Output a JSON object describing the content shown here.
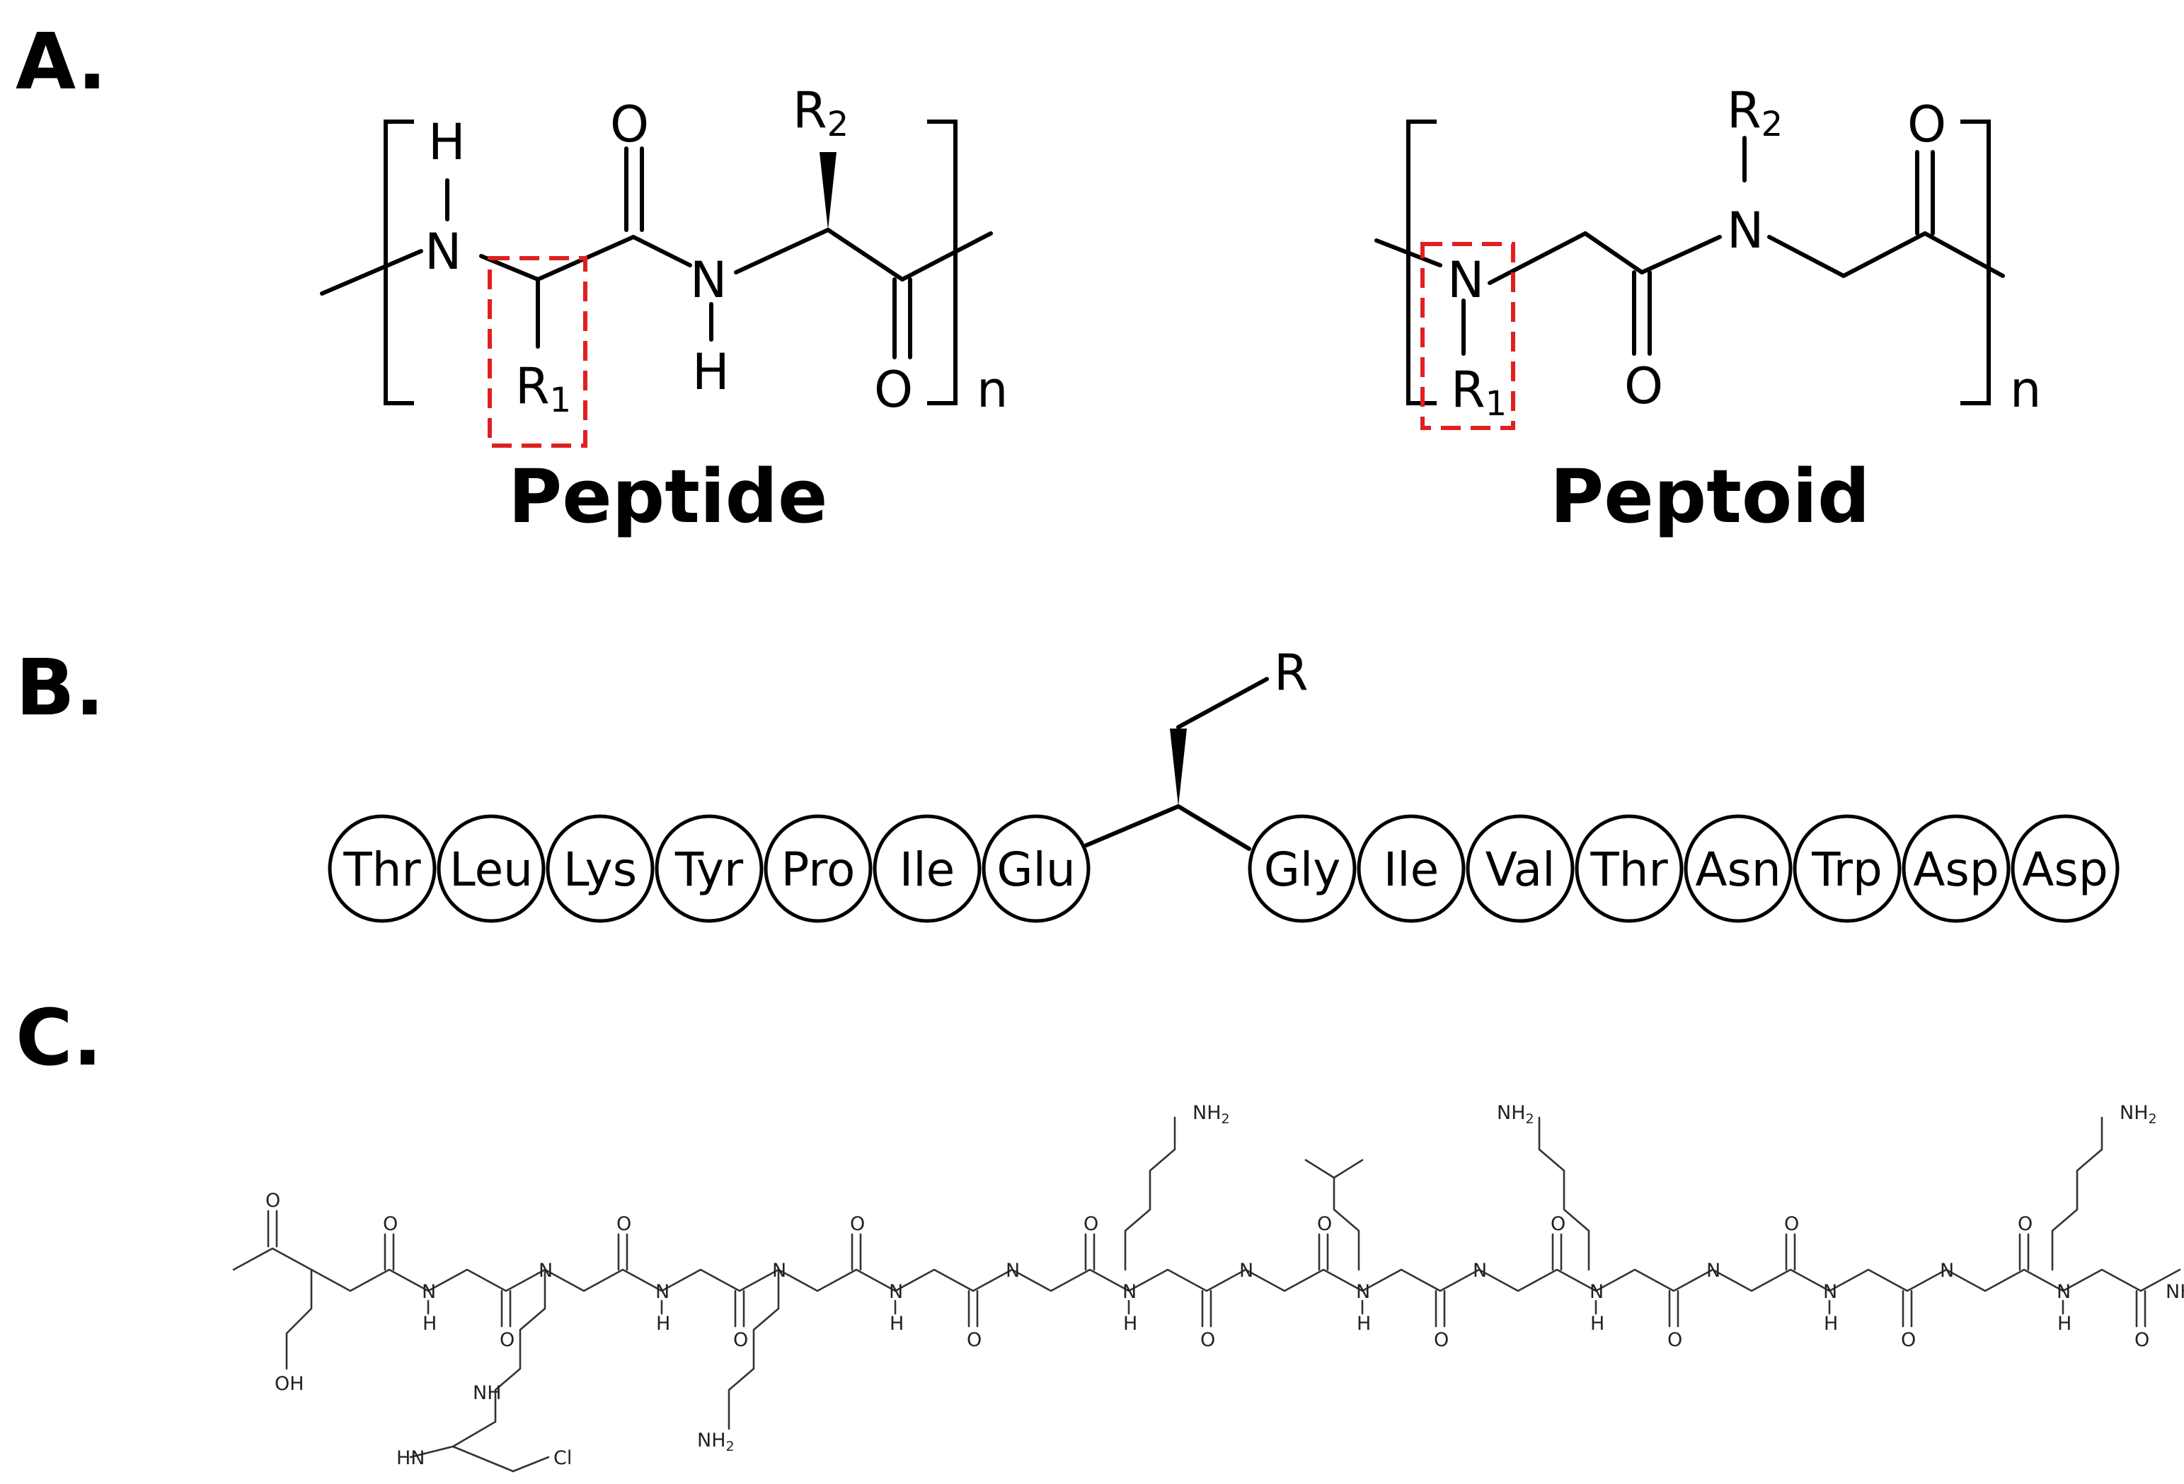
{
  "panels": {
    "a": {
      "label": "A."
    },
    "b": {
      "label": "B."
    },
    "c": {
      "label": "C."
    }
  },
  "peptide": {
    "title": "Peptide",
    "atoms": {
      "H": "H",
      "N": "N",
      "O": "O",
      "R": "R",
      "n": "n"
    },
    "r1_sub": "1",
    "r2_sub": "2"
  },
  "peptoid": {
    "title": "Peptoid",
    "atoms": {
      "N": "N",
      "O": "O",
      "R": "R",
      "n": "n"
    },
    "r1_sub": "1",
    "r2_sub": "2"
  },
  "sequence": {
    "side_chain_label": "R",
    "left_residues": [
      "Thr",
      "Leu",
      "Lys",
      "Tyr",
      "Pro",
      "Ile",
      "Glu"
    ],
    "right_residues": [
      "Gly",
      "Ile",
      "Val",
      "Thr",
      "Asn",
      "Trp",
      "Asp",
      "Asp"
    ]
  },
  "peptoid_structure": {
    "atoms": {
      "O": "O",
      "N": "N",
      "H": "H",
      "NH": "NH",
      "NH2_base": "NH",
      "NH2_sub": "2",
      "OH": "OH",
      "HN": "HN",
      "Cl": "Cl"
    }
  },
  "colors": {
    "highlight": "#e02020",
    "ink": "#000000"
  }
}
